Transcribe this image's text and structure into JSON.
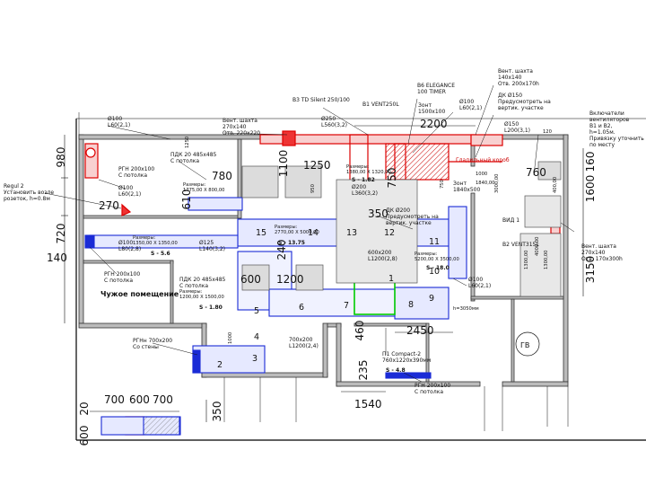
{
  "dimensions": {
    "d980": "980",
    "d720": "720",
    "d140": "140",
    "d780": "780",
    "d1250": "1250",
    "d1100": "1100",
    "d2200": "2200",
    "d350": "350",
    "d240": "240",
    "d600": "600",
    "d1200": "1200",
    "d160": "160",
    "d1600": "1600",
    "d3150": "3150",
    "d2450": "2450",
    "d1540": "1540",
    "d235": "235",
    "d460": "460",
    "d700a": "700",
    "d600b": "600",
    "d700b": "700",
    "d350b": "350",
    "d600c": "600",
    "d20": "20",
    "d270": "270",
    "d750": "750",
    "d610": "610",
    "d760": "760",
    "d120": "120"
  },
  "zones": [
    "1",
    "2",
    "3",
    "4",
    "5",
    "6",
    "7",
    "8",
    "9",
    "10",
    "11",
    "12",
    "13",
    "14",
    "15"
  ],
  "room": "Чужое помещение",
  "gv": "ГВ",
  "labels": {
    "top_grille_1": "Ø100",
    "top_grille_2": "L60(2,1)",
    "shaft_top_1": "Вент. шахта",
    "shaft_top_2": "270х140",
    "shaft_top_3": "Отв. 220х220",
    "d250_1": "Ø250",
    "d250_2": "L560(3,2)",
    "b3_silent": "В3 TD Silent 250/100",
    "b1_vent": "В1 VENT250L",
    "b6_elegance_1": "В6 ELEGANCE",
    "b6_elegance_2": "100 TIMER",
    "zont_1": "Зонт",
    "zont_2": "1500х100",
    "d100_mid_1": "Ø100",
    "d100_mid_2": "L60(2,1)",
    "shaft_tr_1": "Вент. шахта",
    "shaft_tr_2": "140х140",
    "shaft_tr_3": "Отв. 200х170h",
    "dk150_1": "ДК Ø150",
    "dk150_2": "Предусмотреть на",
    "dk150_3": "вертик. участке",
    "d150_1": "Ø150",
    "d150_2": "L200(3,1)",
    "switch_1": "Включатели",
    "switch_2": "вентиляторов",
    "switch_3": "В1 и В2,",
    "switch_4": "h=1.05м.",
    "switch_5": "Привязку уточнить",
    "switch_6": "по месту",
    "regul_1": "Regul 2",
    "regul_2": "Установить возле",
    "regul_3": "розеток, h=0.8м",
    "rgn200_1": "РГН 200х100",
    "rgn200_2": "С потолка",
    "d100_left_1": "Ø100",
    "d100_left_2": "L60(2,1)",
    "pdk_top_1": "ПДК 20 485х485",
    "pdk_top_2": "С потолка",
    "razm_small_1": "Размеры:",
    "razm_small_2": "1775,00 X 800,00",
    "razm_left_1": "Размеры:",
    "razm_left_2": "1350,00 X 1350,00",
    "s56": "S - 5.6",
    "d100_b_1": "Ø100",
    "d100_b_2": "L80(2,8)",
    "d125_1": "Ø125",
    "d125_2": "L140(3,2)",
    "razm_mid_1": "Размеры:",
    "razm_mid_2": "2770,00 X 5000,00",
    "s1375": "S - 13.75",
    "razm_top_1": "Размеры:",
    "razm_top_2": "1380,00 X 1320,00",
    "s182": "S - 1.82",
    "d200_1": "Ø200",
    "d200_2": "L360(3,2)",
    "zont2_1": "Зонт",
    "zont2_2": "1840х500",
    "glad": "Гладильный короб",
    "dk_1": "ДК Ø200",
    "dk_2": "Предусмотреть на",
    "dk_3": "вертик. участке",
    "duct_600_1": "600х200",
    "duct_600_2": "L1200(2,8)",
    "razm_right_1": "Размеры:",
    "razm_right_2": "5200,00 X 3500,00",
    "s180": "S - 18.0",
    "vid1": "ВИД 1",
    "b2_vent": "В2 VENT315L",
    "shaft_right_1": "Вент. шахта",
    "shaft_right_2": "270х140",
    "shaft_right_3": "Отв. 170х300h",
    "rgn_left_1": "РГН 200х100",
    "rgn_left_2": "С потолка",
    "pdk_mid_1": "ПДК 20 485х485",
    "pdk_mid_2": "С потолка",
    "razm_pdk_1": "Размеры:",
    "razm_pdk_2": "1200,00 X 1500,00",
    "s180b": "S - 1.80",
    "d100_r_1": "Ø100",
    "d100_r_2": "L60(2,1)",
    "h3050": "h=3050мм",
    "duct_700_1": "700х200",
    "duct_700_2": "L1200(2,4)",
    "rgn_wall_1": "РГНн 700х200",
    "rgn_wall_2": "Со стены",
    "p1_1": "П1 Compact-2",
    "p1_2": "760х1220х390мм",
    "s48": "S - 4.8",
    "rgn_bot_1": "РГН 200х100",
    "rgn_bot_2": "С потолка",
    "dim_left_1": "1250",
    "dim_left_2": "950",
    "dim_left_3": "750",
    "dim_r_1": "1000",
    "dim_r_2": "4000,00",
    "dim_r_3": "1300,00",
    "dim_r_4": "1300,00",
    "dim_r_5": "1840,00",
    "dim_r_6": "400,00",
    "dim_v_1": "3000,00",
    "dim_v_2": "1000"
  }
}
